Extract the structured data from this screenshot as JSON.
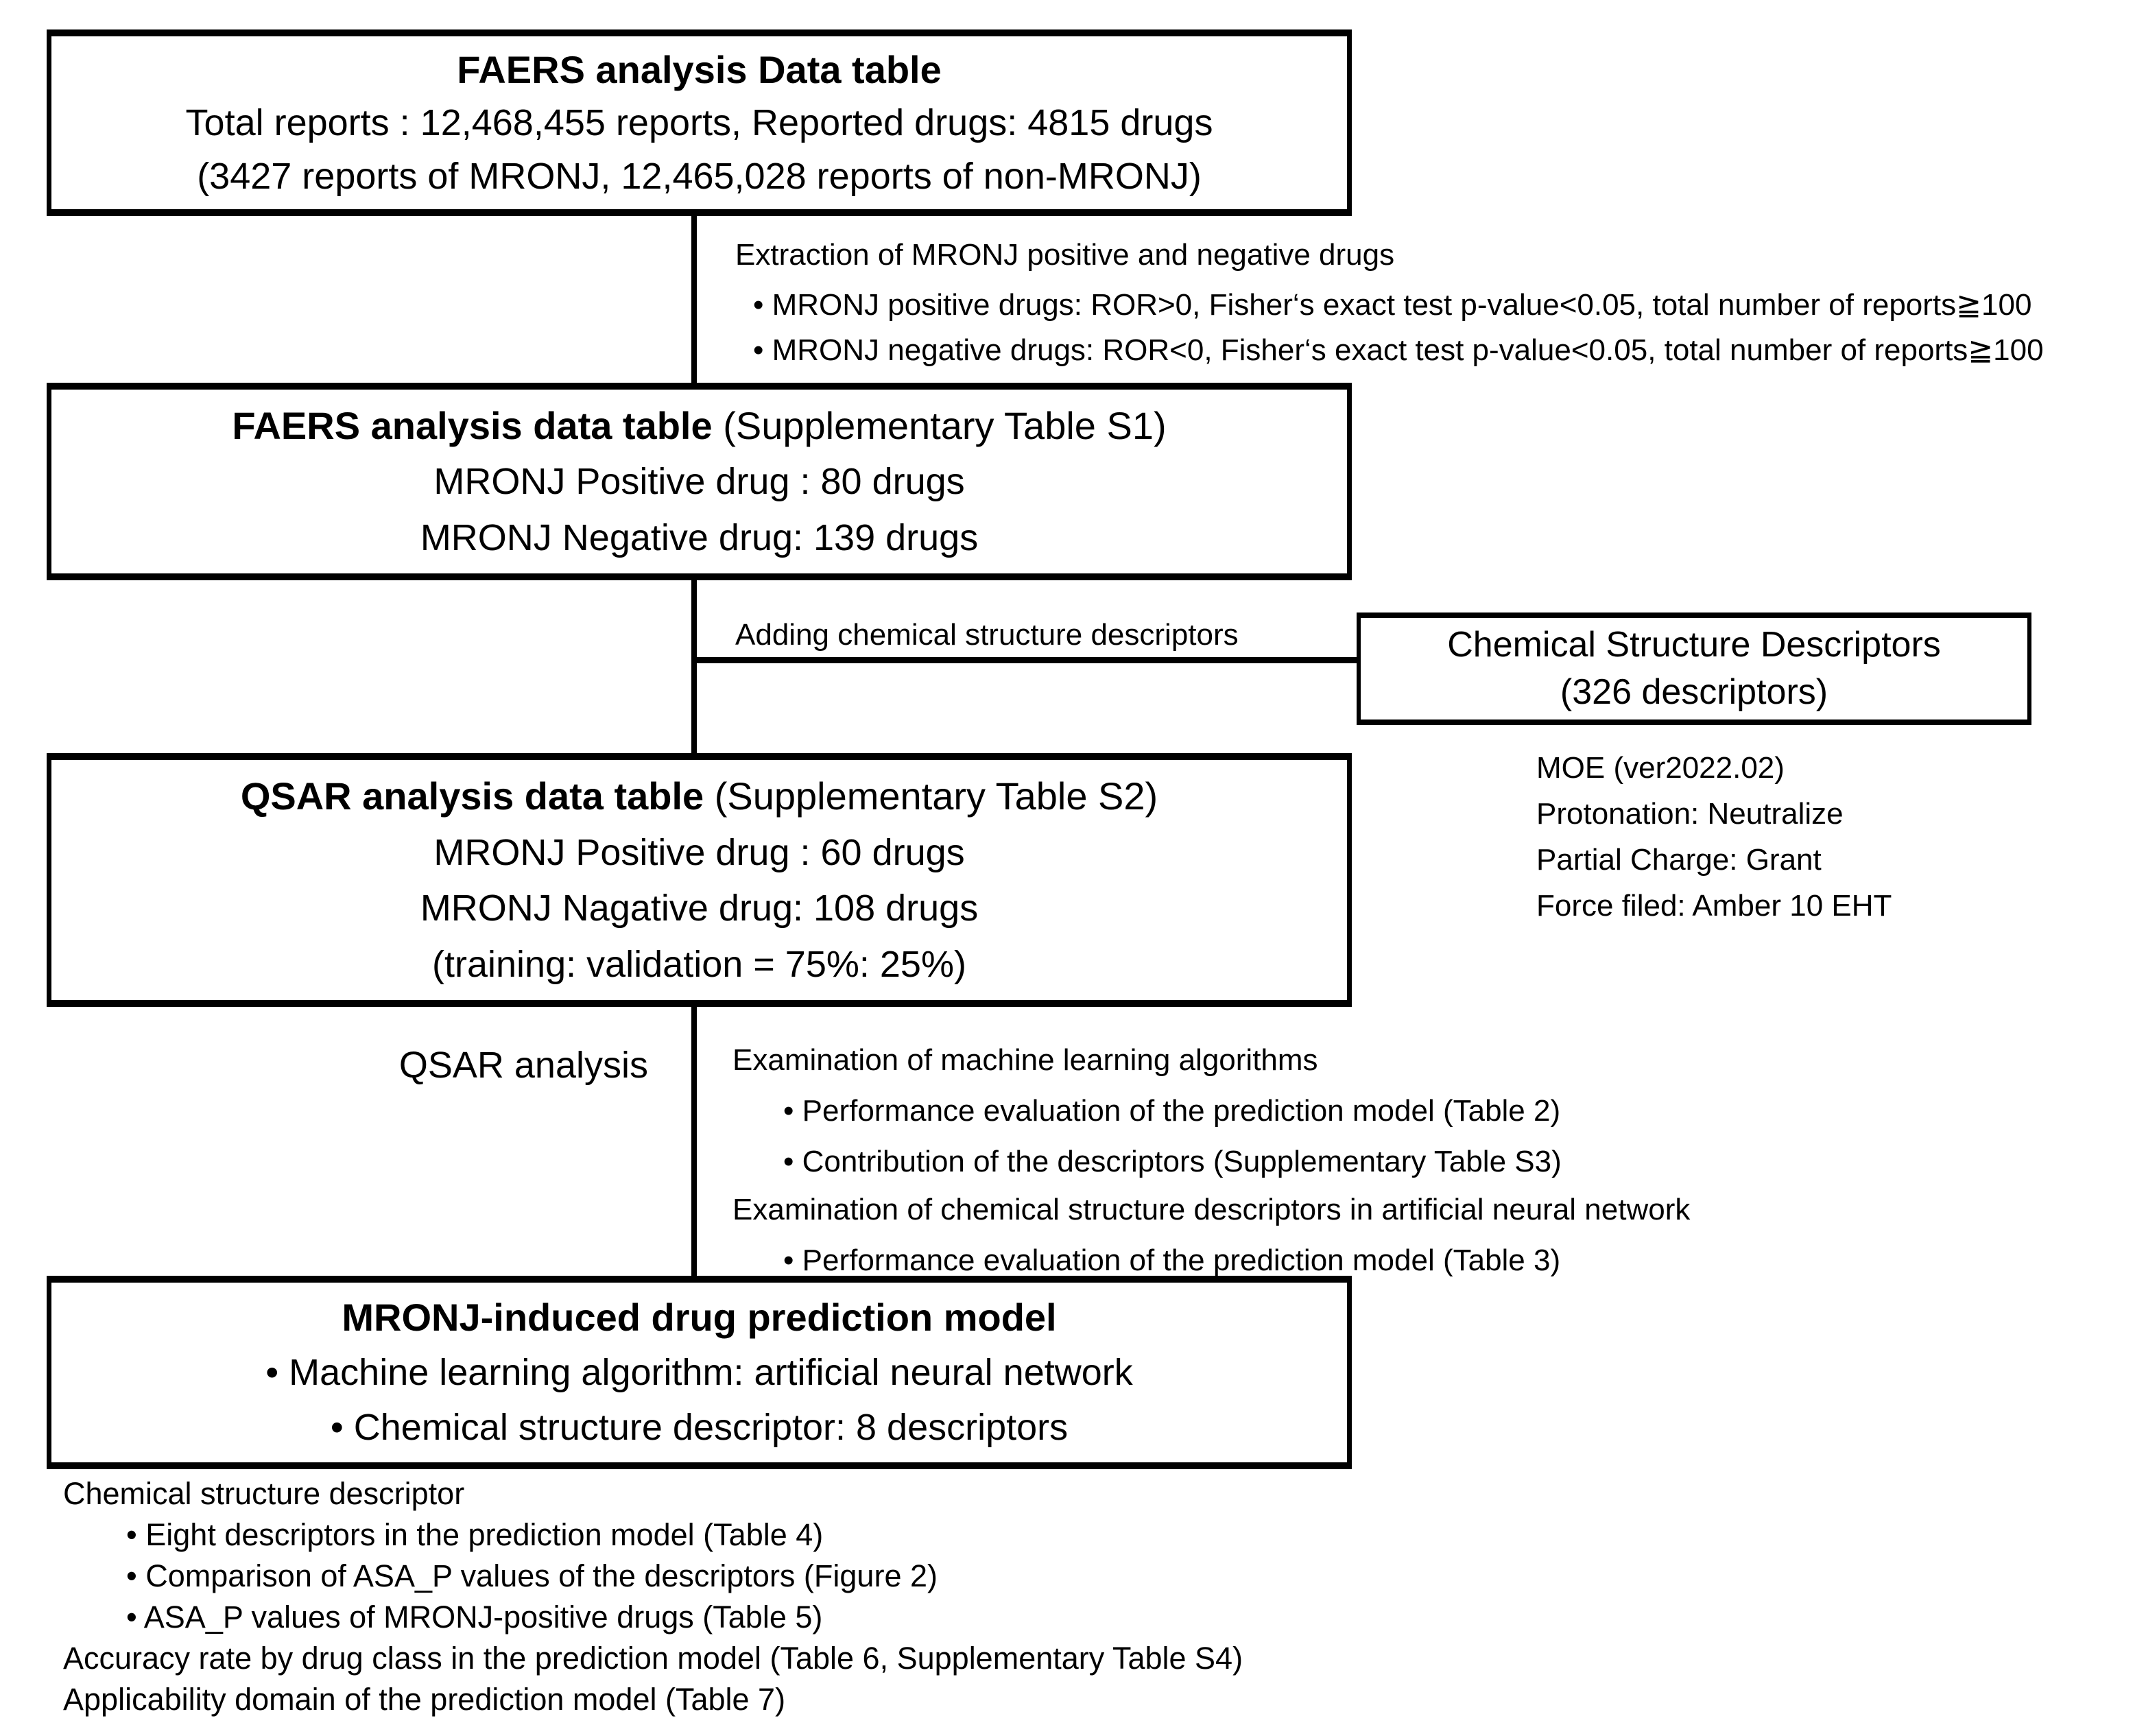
{
  "page": {
    "background": "#ffffff",
    "ink": "#000000"
  },
  "nodes": {
    "faers_raw": {
      "title": "FAERS analysis Data table",
      "line1": "Total reports : 12,468,455 reports, Reported drugs: 4815 drugs",
      "line2": "(3427 reports of MRONJ, 12,465,028 reports of non-MRONJ)"
    },
    "faers_s1": {
      "title_bold": "FAERS analysis data table",
      "title_suffix": " (Supplementary Table S1)",
      "line1": "MRONJ Positive drug : 80 drugs",
      "line2": "MRONJ Negative drug: 139 drugs"
    },
    "chem_descriptors": {
      "line1": "Chemical Structure Descriptors",
      "line2": "(326 descriptors)"
    },
    "qsar_s2": {
      "title_bold": "QSAR analysis data table",
      "title_suffix": " (Supplementary Table S2)",
      "line1": "MRONJ Positive drug : 60 drugs",
      "line2": "MRONJ Nagative drug: 108 drugs",
      "line3": "(training: validation = 75%: 25%)"
    },
    "prediction_model": {
      "title": "MRONJ-induced drug prediction model",
      "bullet1": "• Machine learning algorithm: artificial neural network",
      "bullet2": "• Chemical structure descriptor: 8 descriptors"
    }
  },
  "labels": {
    "adding": "Adding chemical structure descriptors",
    "qsar": "QSAR analysis"
  },
  "extraction": {
    "heading": "Extraction of MRONJ positive and negative drugs",
    "bullets": [
      "• MRONJ positive drugs: ROR>0, Fisher‘s exact test p-value<0.05, total number of reports≧100",
      "• MRONJ negative drugs: ROR<0, Fisher‘s exact test p-value<0.05, total number of reports≧100"
    ]
  },
  "moe": {
    "lines": [
      "MOE (ver2022.02)",
      "Protonation: Neutralize",
      "Partial Charge: Grant",
      "Force filed: Amber 10 EHT"
    ]
  },
  "examination_ml": {
    "heading": "Examination of machine learning algorithms",
    "bullets": [
      "• Performance evaluation of the prediction model (Table 2)",
      "• Contribution of the descriptors (Supplementary Table S3)"
    ]
  },
  "examination_ann": {
    "heading": "Examination of chemical structure descriptors in artificial neural network",
    "bullets": [
      "• Performance evaluation of the prediction model (Table 3)"
    ]
  },
  "results": {
    "line1": "Chemical structure descriptor",
    "bullets": [
      "• Eight descriptors in the prediction model (Table 4)",
      "• Comparison of ASA_P values of the descriptors (Figure 2)",
      "• ASA_P values of MRONJ-positive drugs (Table 5)"
    ],
    "line2": "Accuracy rate by drug class in the prediction model (Table 6, Supplementary Table S4)",
    "line3": "Applicability domain of the prediction model (Table 7)"
  }
}
